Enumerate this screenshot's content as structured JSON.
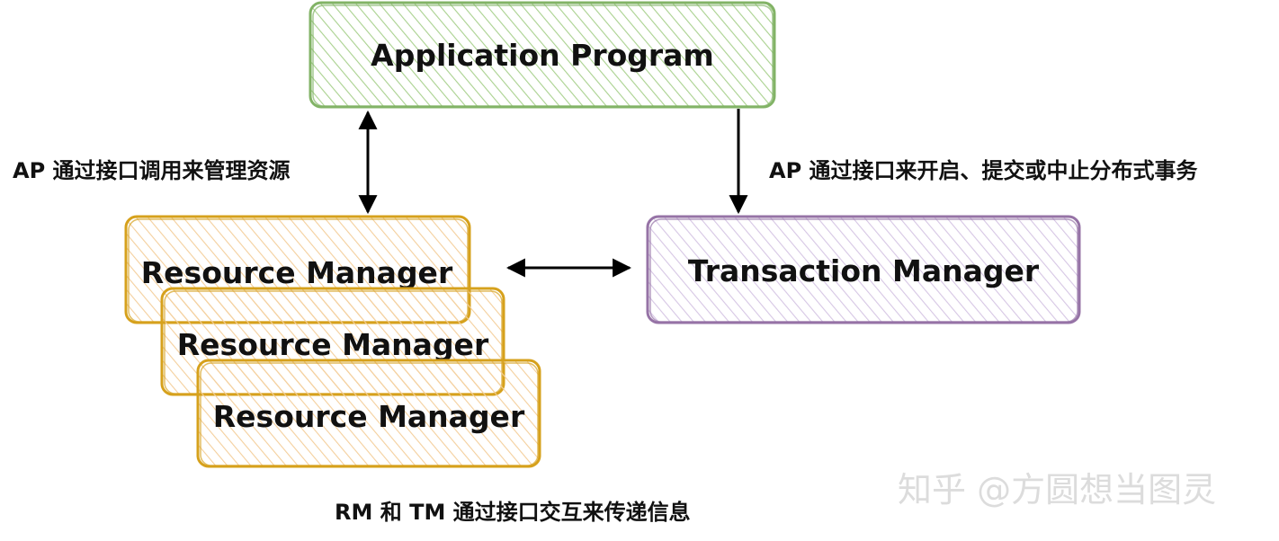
{
  "colors": {
    "ap_stroke": "#82b366",
    "ap_fill": "#d5e8d4",
    "rm_stroke": "#d6a11c",
    "rm_fill": "#fbe5c6",
    "tm_stroke": "#9673a6",
    "tm_fill": "#e6dcef",
    "arrow": "#000000"
  },
  "nodes": {
    "application_program": "Application Program",
    "resource_manager_1": "Resource Manager",
    "resource_manager_2": "Resource Manager",
    "resource_manager_3": "Resource Manager",
    "transaction_manager": "Transaction Manager"
  },
  "edges": {
    "ap_rm": "AP 通过接口调用来管理资源",
    "ap_tm": "AP 通过接口来开启、提交或中止分布式事务",
    "rm_tm": "RM 和 TM 通过接口交互来传递信息"
  },
  "watermark": "知乎 @方圆想当图灵"
}
